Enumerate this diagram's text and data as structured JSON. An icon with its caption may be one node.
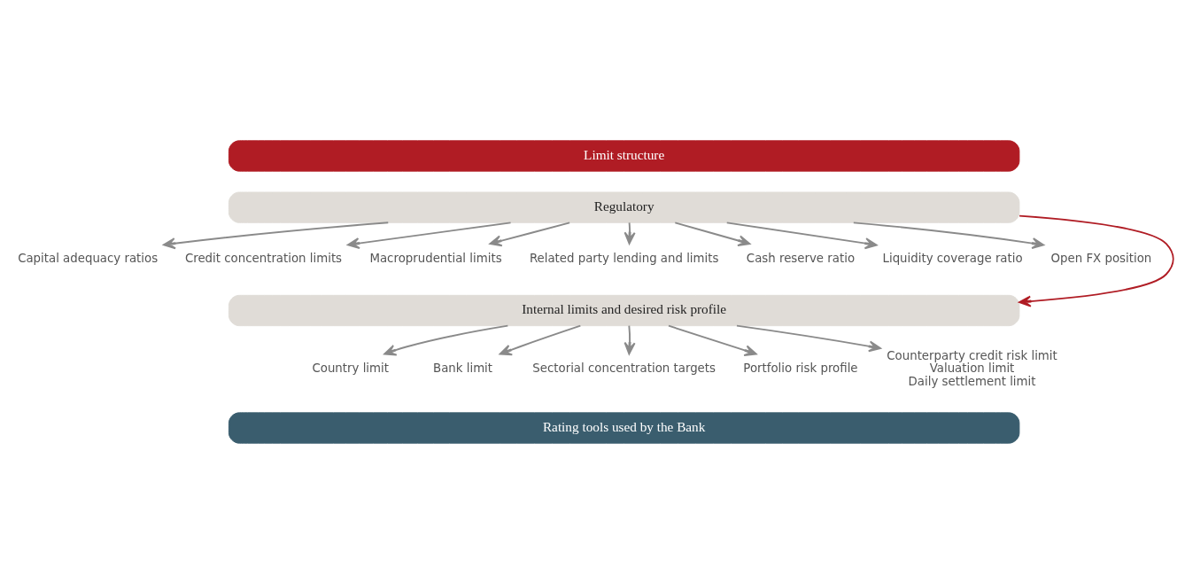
{
  "diagram": {
    "nodes": [
      {
        "text": [
          "Limit structure"
        ]
      },
      {
        "text": [
          "Regulatory"
        ]
      },
      {
        "text": [
          "Capital adequacy ratios"
        ]
      },
      {
        "text": [
          "Credit concentration limits"
        ]
      },
      {
        "text": [
          "Macroprudential limits"
        ]
      },
      {
        "text": [
          "Related party lending and limits"
        ]
      },
      {
        "text": [
          "Cash reserve ratio"
        ]
      },
      {
        "text": [
          "Liquidity coverage ratio"
        ]
      },
      {
        "text": [
          "Open FX position"
        ]
      },
      {
        "text": [
          "Internal limits and desired risk profile"
        ]
      },
      {
        "text": [
          "Country limit"
        ]
      },
      {
        "text": [
          "Bank limit"
        ]
      },
      {
        "text": [
          "Sectorial concentration targets"
        ]
      },
      {
        "text": [
          "Portfolio risk profile"
        ]
      },
      {
        "text": [
          "Counterparty credit risk limit",
          "Valuation limit",
          "Daily settlement limit"
        ]
      },
      {
        "text": [
          "Rating tools used by the Bank"
        ]
      }
    ],
    "edges": [
      {
        "from": 1,
        "to": 2,
        "arrow": "to"
      },
      {
        "from": 1,
        "to": 3,
        "arrow": "to"
      },
      {
        "from": 1,
        "to": 4,
        "arrow": "to"
      },
      {
        "from": 1,
        "to": 5,
        "arrow": "to"
      },
      {
        "from": 1,
        "to": 6,
        "arrow": "to"
      },
      {
        "from": 1,
        "to": 7,
        "arrow": "to"
      },
      {
        "from": 1,
        "to": 8,
        "arrow": "to"
      },
      {
        "from": 1,
        "to": 9,
        "arrow": "to",
        "color": "#b01c24"
      },
      {
        "from": 9,
        "to": 10,
        "arrow": "to"
      },
      {
        "from": 9,
        "to": 11,
        "arrow": "to"
      },
      {
        "from": 9,
        "to": 12,
        "arrow": "to"
      },
      {
        "from": 9,
        "to": 13,
        "arrow": "to"
      },
      {
        "from": 9,
        "to": 14,
        "arrow": "to"
      }
    ]
  }
}
